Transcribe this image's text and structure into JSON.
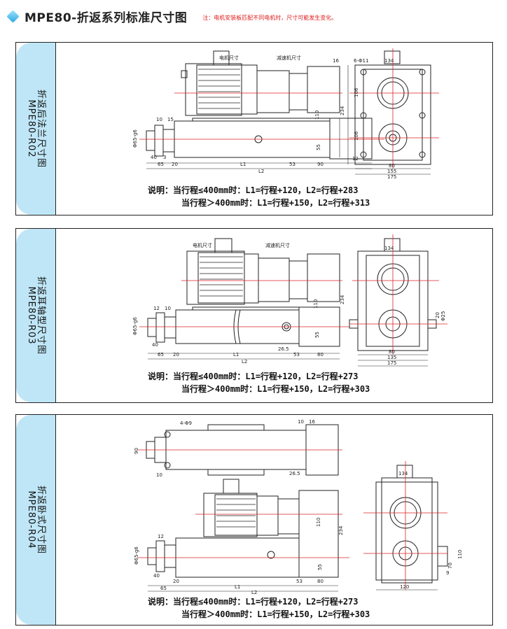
{
  "header": {
    "title": "MPE80-折返系列标准尺寸图",
    "note": "注：电机安装板匹配不同电机时，尺寸可能发生变化。"
  },
  "panels": [
    {
      "tab_title": "折返后法兰尺寸图",
      "tab_code": "MPE80-R02",
      "note_prefix": "说明：",
      "note_line1": "当行程≤400mm时：L1=行程+120，L2=行程+283",
      "note_line2": "当行程＞400mm时：L1=行程+150，L2=行程+313",
      "labels": {
        "motor": "电机尺寸",
        "reducer": "减速机尺寸",
        "L1": "L1",
        "L2": "L2",
        "d65": "65",
        "d20": "20",
        "d53": "53",
        "d90": "90",
        "d40": "40",
        "d3": "3",
        "d10": "10",
        "d15": "15",
        "d16": "16",
        "d110": "110",
        "d234": "234",
        "d55": "55",
        "shaft": "Φ65-g6",
        "bolt": "6-Φ11",
        "d134": "134",
        "d106a": "106",
        "d106b": "106",
        "d12": "12",
        "d80": "80",
        "d155": "155",
        "d175": "175"
      }
    },
    {
      "tab_title": "折返耳轴型尺寸图",
      "tab_code": "MPE80-R03",
      "note_prefix": "说明：",
      "note_line1": "当行程≤400mm时：L1=行程+120，L2=行程+273",
      "note_line2": "当行程＞400mm时：L1=行程+150，L2=行程+303",
      "labels": {
        "motor": "电机尺寸",
        "reducer": "减速机尺寸",
        "L1": "L1",
        "L2": "L2",
        "d65": "65",
        "d20": "20",
        "d53": "53",
        "d80": "80",
        "d40": "40",
        "d12": "12",
        "d10": "10",
        "d26": "26.5",
        "d110": "110",
        "d234": "234",
        "d55": "55",
        "shaft": "Φ65-g6",
        "d134": "134",
        "d80b": "80",
        "d135": "135",
        "d175": "175",
        "d20b": "20",
        "d25": "Φ25"
      }
    },
    {
      "tab_title": "折返卧式尺寸图",
      "tab_code": "MPE80-R04",
      "note_prefix": "说明：",
      "note_line1": "当行程≤400mm时：L1=行程+120，L2=行程+273",
      "note_line2": "当行程＞400mm时：L1=行程+150，L2=行程+303",
      "labels": {
        "bolt": "4-Φ9",
        "d90": "90",
        "d10": "10",
        "d10b": "10",
        "d16": "16",
        "d26": "26.5",
        "L1": "L1",
        "L2": "L2",
        "d65": "65",
        "d20": "20",
        "d53": "53",
        "d80": "80",
        "d40": "40",
        "d12": "12",
        "d55": "55",
        "d110": "110",
        "d234": "234",
        "shaft": "Φ65-g6",
        "d134": "134",
        "d120": "120",
        "d70": "70",
        "d110b": "110",
        "d9": "9"
      }
    }
  ]
}
